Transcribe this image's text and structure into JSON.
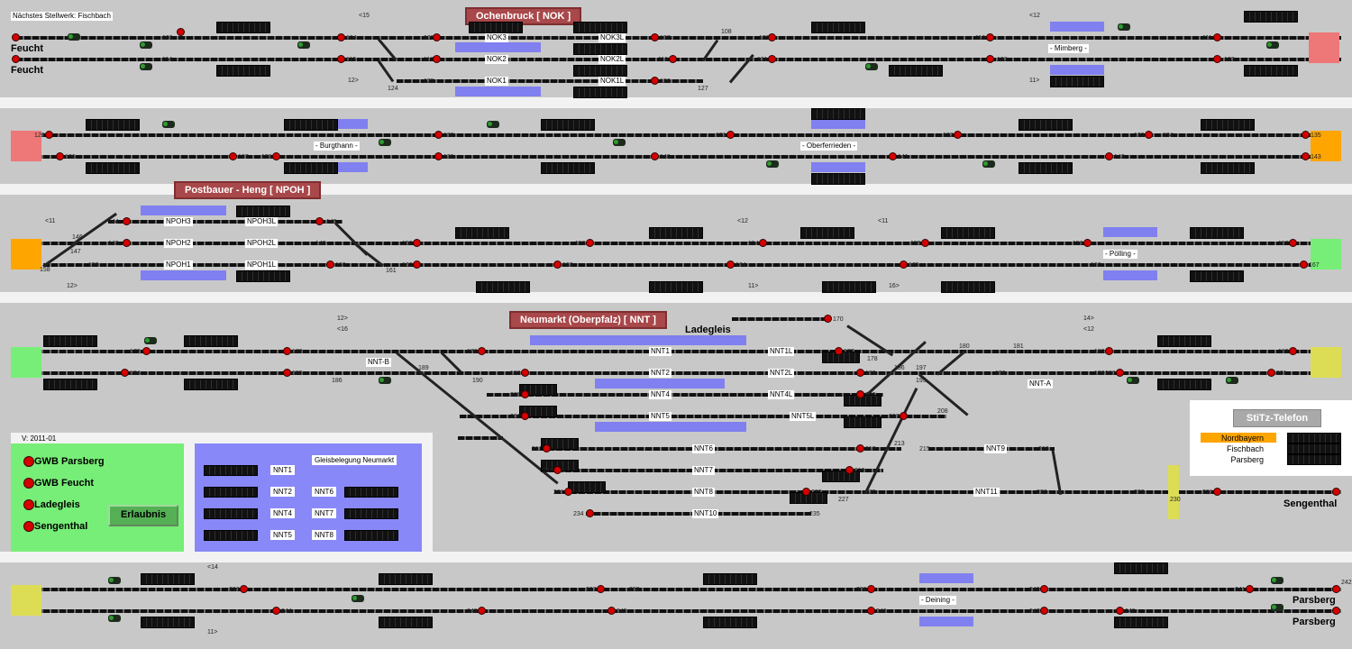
{
  "header": {
    "next_interlocking": "Nächstes Stellwerk: Fischbach"
  },
  "stations": {
    "ochenbruck": {
      "title": "Ochenbruck [ NOK ]",
      "tracks": [
        "NOK3",
        "NOK2",
        "NOK1"
      ],
      "tracks_l": [
        "NOK3L",
        "NOK2L",
        "NOK1L"
      ]
    },
    "postbauer": {
      "title": "Postbauer - Heng [ NPOH ]",
      "tracks": [
        "NPOH3",
        "NPOH2",
        "NPOH1"
      ],
      "tracks_l": [
        "NPOH3L",
        "NPOH2L",
        "NPOH1L"
      ]
    },
    "neumarkt": {
      "title": "Neumarkt (Oberpfalz) [ NNT ]",
      "side_track": "Ladegleis",
      "tracks": [
        "NNT1",
        "NNT2",
        "NNT4",
        "NNT5",
        "NNT6",
        "NNT7",
        "NNT8",
        "NNT10",
        "NNT9",
        "NNT11"
      ],
      "tracks_l": [
        "NNT1L",
        "NNT2L",
        "NNT4L",
        "NNT5L"
      ],
      "entry_a": "NNT-A",
      "entry_b": "NNT-B"
    }
  },
  "endpoints": {
    "feucht_1": "Feucht",
    "feucht_2": "Feucht",
    "sengenthal": "Sengenthal",
    "parsberg_1": "Parsberg",
    "parsberg_2": "Parsberg"
  },
  "blocks": {
    "mimberg": "- Mimberg -",
    "burgthann": "- Burgthann -",
    "oberferrieden": "- Oberferrieden -",
    "polling": "- Pölling -",
    "deining": "- Deining -"
  },
  "markers": {
    "m15": "<15",
    "m12a": "12>",
    "m12b": "<12",
    "m11a": "11>",
    "m11b": "<11",
    "m12c": "12>",
    "m12d": "<12",
    "m11c": "<11",
    "m11d": "11>",
    "m16a": "16>",
    "m12e": "12>",
    "m16b": "<16",
    "m14a": "14>",
    "m12f": "<12",
    "m14b": "<14",
    "m11e": "11>"
  },
  "signal_numbers": {
    "r1": [
      "103",
      "104",
      "105",
      "107",
      "108",
      "109",
      "110",
      "111"
    ],
    "r2": [
      "114",
      "115",
      "117",
      "118",
      "121",
      "122",
      "123"
    ],
    "r3": [
      "124",
      "125",
      "126",
      "127"
    ],
    "r4": [
      "129",
      "130",
      "131",
      "132",
      "133",
      "134",
      "135"
    ],
    "r5": [
      "136",
      "137",
      "138",
      "139",
      "140",
      "141",
      "142",
      "143"
    ],
    "r6": [
      "144",
      "145",
      "146",
      "147",
      "148",
      "149",
      "152",
      "153",
      "154",
      "155",
      "156",
      "157"
    ],
    "r7": [
      "158",
      "159",
      "160",
      "161",
      "162",
      "163",
      "164",
      "165",
      "166",
      "167"
    ],
    "r8": [
      "170",
      "172",
      "173",
      "176",
      "177",
      "178",
      "180",
      "181",
      "182",
      "183"
    ],
    "r9": [
      "184",
      "185",
      "186",
      "189",
      "190",
      "192",
      "193",
      "195",
      "196",
      "197",
      "198",
      "199",
      "200",
      "201"
    ],
    "r10": [
      "203",
      "205",
      "206",
      "207",
      "208",
      "211",
      "212",
      "213",
      "215",
      "216",
      "218",
      "219",
      "221",
      "222",
      "225",
      "226",
      "227",
      "229",
      "230",
      "231",
      "234",
      "235"
    ],
    "r11": [
      "236",
      "237",
      "238",
      "239",
      "240",
      "241",
      "242",
      "243",
      "244",
      "245",
      "246",
      "247",
      "248"
    ]
  },
  "legend": {
    "version": "V: 2011-01",
    "permissions": [
      "GWB Parsberg",
      "GWB Feucht",
      "Ladegleis",
      "Sengenthal"
    ],
    "permit_button": "Erlaubnis"
  },
  "occupancy": {
    "title": "Gleisbelegung Neumarkt",
    "col1": [
      "NNT1",
      "NNT2",
      "NNT4",
      "NNT5"
    ],
    "col2": [
      "NNT6",
      "NNT7",
      "NNT8"
    ]
  },
  "telephone": {
    "title": "StiTz-Telefon",
    "entries": [
      "Nordbayern",
      "Fischbach",
      "Parsberg"
    ]
  },
  "colors": {
    "background": "#c8c8c8",
    "station_header": "#a8484a",
    "platform": "#8080f0",
    "legend_green": "#77ee77",
    "legend_blue": "#8888f8",
    "signal_red": "#d40000",
    "end_red": "#ee7777",
    "end_orange": "#ffa500",
    "end_green": "#77ee77",
    "end_yellow": "#dddd55"
  }
}
